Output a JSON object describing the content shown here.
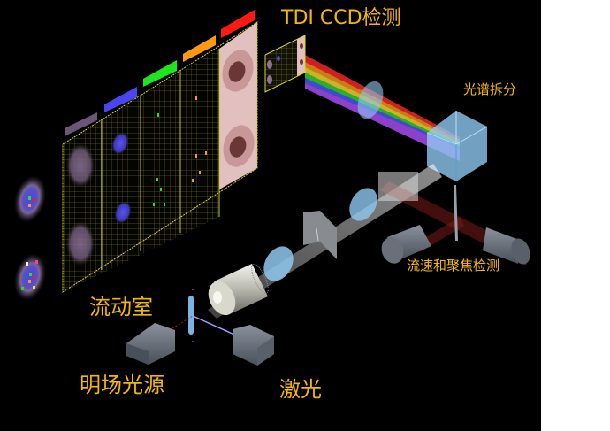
{
  "diagram": {
    "title": "Imaging flow cytometry optical path",
    "labels": {
      "tdi_ccd": "TDI CCD检测",
      "spectral_split": "光谱拆分",
      "flow_focus": "流速和聚焦检测",
      "flow_chamber": "流动室",
      "brightfield": "明场光源",
      "laser": "激光"
    },
    "channels": [
      {
        "name": "brightfield",
        "color": "#6b5578"
      },
      {
        "name": "blue",
        "color": "#4b45f0"
      },
      {
        "name": "green",
        "color": "#1ee61e"
      },
      {
        "name": "orange",
        "color": "#ff9a10"
      },
      {
        "name": "red",
        "color": "#ff1a10"
      },
      {
        "name": "scatter",
        "color": "#e2c0c0"
      }
    ],
    "spectrum_beams": [
      "#ff2a2a",
      "#ff9a20",
      "#ffe030",
      "#33dd33",
      "#4a60ff",
      "#b050ff"
    ],
    "colors": {
      "label": "#f5b800",
      "background": "#000000",
      "grid": "#c8c820",
      "optics": "#8fc8f0"
    }
  }
}
